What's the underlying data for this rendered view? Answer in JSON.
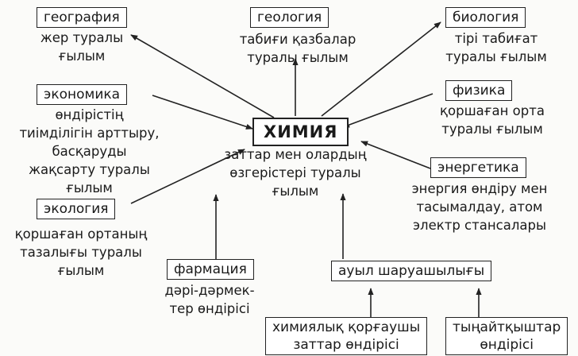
{
  "center": {
    "title": "ХИМИЯ",
    "desc": [
      "заттар мен олардың",
      "өзгерістері туралы",
      "ғылым"
    ]
  },
  "nodes": {
    "geografiya": {
      "label": "география",
      "desc": [
        "жер туралы",
        "ғылым"
      ]
    },
    "geologiya": {
      "label": "геология",
      "desc": [
        "табиғи қазбалар",
        "туралы ғылым"
      ]
    },
    "biologiya": {
      "label": "биология",
      "desc": [
        "тірі табиғат",
        "туралы ғылым"
      ]
    },
    "ekonomika": {
      "label": "экономика",
      "desc": [
        "өндірістің",
        "тиімділігін арттыру,",
        "басқаруды",
        "жақсарту туралы",
        "ғылым"
      ]
    },
    "fizika": {
      "label": "физика",
      "desc": [
        "қоршаған орта",
        "туралы ғылым"
      ]
    },
    "energetika": {
      "label": "энергетика",
      "desc": [
        "энергия өндіру мен",
        "тасымалдау, атом",
        "электр стансалары"
      ]
    },
    "ekologiya": {
      "label": "экология",
      "desc": [
        "қоршаған ортаның",
        "тазалығы туралы",
        "ғылым"
      ]
    },
    "farmaciya": {
      "label": "фармация",
      "desc": [
        "дәрі-дәрмек-",
        "тер өндірісі"
      ]
    },
    "auyl": {
      "label": "ауыл шаруашылығы"
    },
    "himiyalyk": {
      "label": [
        "химиялық қорғаушы",
        "заттар өндірісі"
      ]
    },
    "tynaitkysh": {
      "label": [
        "тыңайтқыштар",
        "өндірісі"
      ]
    }
  }
}
